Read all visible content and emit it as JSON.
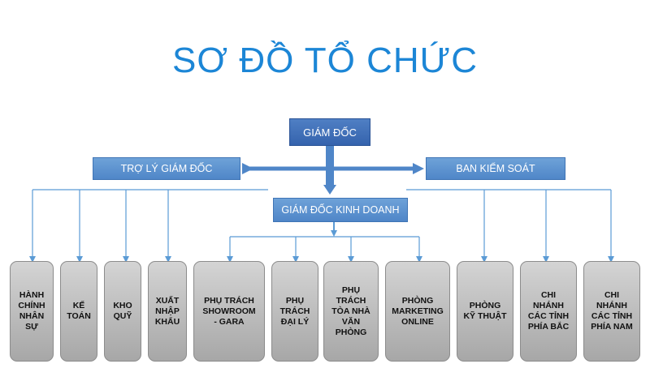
{
  "title": "SƠ ĐỒ TỔ CHỨC",
  "nodes": {
    "ceo": "GIÁM ĐỐC",
    "assistant": "TRỢ LÝ GIÁM ĐỐC",
    "supervisory": "BAN KIỂM SOÁT",
    "sales_director": "GIÁM ĐỐC KINH DOANH"
  },
  "departments": [
    {
      "name": "dept-hanh-chinh",
      "lines": [
        "HÀNH",
        "CHÍNH",
        "NHÂN",
        "SỰ"
      ]
    },
    {
      "name": "dept-ke-toan",
      "lines": [
        "KẾ",
        "TOÁN"
      ]
    },
    {
      "name": "dept-kho-quy",
      "lines": [
        "KHO",
        "QUỸ"
      ]
    },
    {
      "name": "dept-xuat-nhap-khau",
      "lines": [
        "XUẤT",
        "NHẬP",
        "KHẨU"
      ]
    },
    {
      "name": "dept-showroom",
      "lines": [
        "PHỤ TRÁCH",
        "SHOWROOM",
        "- GARA"
      ]
    },
    {
      "name": "dept-dai-ly",
      "lines": [
        "PHỤ",
        "TRÁCH",
        "ĐẠI LÝ"
      ]
    },
    {
      "name": "dept-toa-nha",
      "lines": [
        "PHỤ",
        "TRÁCH",
        "TÒA NHÀ",
        "VĂN PHÒNG"
      ]
    },
    {
      "name": "dept-marketing",
      "lines": [
        "PHÒNG",
        "MARKETING",
        "ONLINE"
      ]
    },
    {
      "name": "dept-ky-thuat",
      "lines": [
        "PHÒNG",
        "KỸ THUẬT"
      ]
    },
    {
      "name": "dept-chi-nhanh-bac",
      "lines": [
        "CHI",
        "NHÁNH",
        "CÁC TỈNH",
        "PHÍA BẮC"
      ]
    },
    {
      "name": "dept-chi-nhanh-nam",
      "lines": [
        "CHI",
        "NHÁNH",
        "CÁC TỈNH",
        "PHÍA NAM"
      ]
    }
  ],
  "colors": {
    "title": "#1c86d6",
    "node_fill": "#5b8fcf",
    "ceo_fill": "#3f6fb8",
    "dept_fill": "#bdbdbd",
    "connector": "#5b9bd5"
  }
}
